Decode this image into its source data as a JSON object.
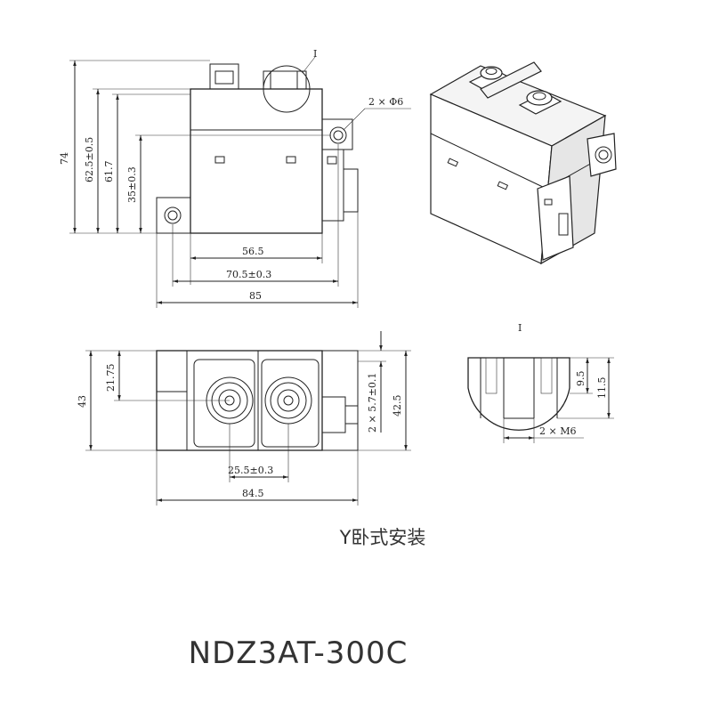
{
  "side_view": {
    "height_total": "74",
    "height_a": "62.5±0.5",
    "height_b": "61.7",
    "height_c": "35±0.3",
    "width_inner": "56.5",
    "width_mid": "70.5±0.3",
    "width_total": "85",
    "hole_callout": "2 × Φ6",
    "detail_marker": "I"
  },
  "top_view": {
    "height_total": "43",
    "offset_left": "21.75",
    "offset_right": "2 × 5.7±0.1",
    "height_right": "42.5",
    "terminal_spacing": "25.5±0.3",
    "width_total": "84.5"
  },
  "detail_view": {
    "label": "I",
    "depth_thread": "9.5",
    "depth_total": "11.5",
    "thread_callout": "2 × M6"
  },
  "captions": {
    "mount": "Y卧式安装",
    "model": "NDZ3AT-300C"
  }
}
